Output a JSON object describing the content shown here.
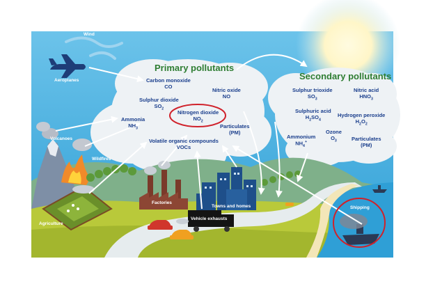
{
  "headings": {
    "primary": "Primary pollutants",
    "secondary": "Secondary pollutants"
  },
  "sources": {
    "wind": "Wind",
    "aeroplanes": "Aeroplanes",
    "volcanoes": "Volcanoes",
    "wildfires": "Wildfires",
    "agriculture": "Agriculture",
    "factories": "Factories",
    "towns": "Towns and homes",
    "vehicles": "Vehicle exhausts",
    "shipping": "Shipping"
  },
  "primary": {
    "co_name": "Carbon monoxide",
    "co_formula": "CO",
    "so2_name": "Sulphur dioxide",
    "so2_formula_base": "SO",
    "so2_formula_sub": "2",
    "no_name": "Nitric oxide",
    "no_formula": "NO",
    "no2_name": "Nitrogen dioxide",
    "no2_formula_base": "NO",
    "no2_formula_sub": "2",
    "nh3_name": "Ammonia",
    "nh3_formula_base": "NH",
    "nh3_formula_sub": "3",
    "pm_name": "Particulates",
    "pm_formula": "(PM)",
    "voc_name": "Volatile organic compounds",
    "voc_formula": "VOCs"
  },
  "secondary": {
    "so3_name": "Sulphur trioxide",
    "so3_formula_base": "SO",
    "so3_formula_sub": "3",
    "hno3_name": "Nitric acid",
    "hno3_formula_base": "HNO",
    "hno3_formula_sub": "3",
    "h2so4_name": "Sulphuric acid",
    "h2so4_f1": "H",
    "h2so4_s1": "2",
    "h2so4_f2": "SO",
    "h2so4_s2": "4",
    "h2o2_name": "Hydrogen peroxide",
    "h2o2_f1": "H",
    "h2o2_s1": "2",
    "h2o2_f2": "O",
    "h2o2_s2": "2",
    "nh4_name": "Ammonium",
    "nh4_formula_base": "NH",
    "nh4_formula_sub": "4",
    "nh4_formula_sup": "+",
    "o3_name": "Ozone",
    "o3_formula_base": "O",
    "o3_formula_sub": "3",
    "pm_name": "Particulates",
    "pm_formula": "(PM)"
  },
  "colors": {
    "sky": "#3aa9dc",
    "cloud": "#eef2f5",
    "label_text": "#1a3e8c",
    "heading_text": "#2e7d32",
    "highlight_ring": "#d0212a"
  }
}
